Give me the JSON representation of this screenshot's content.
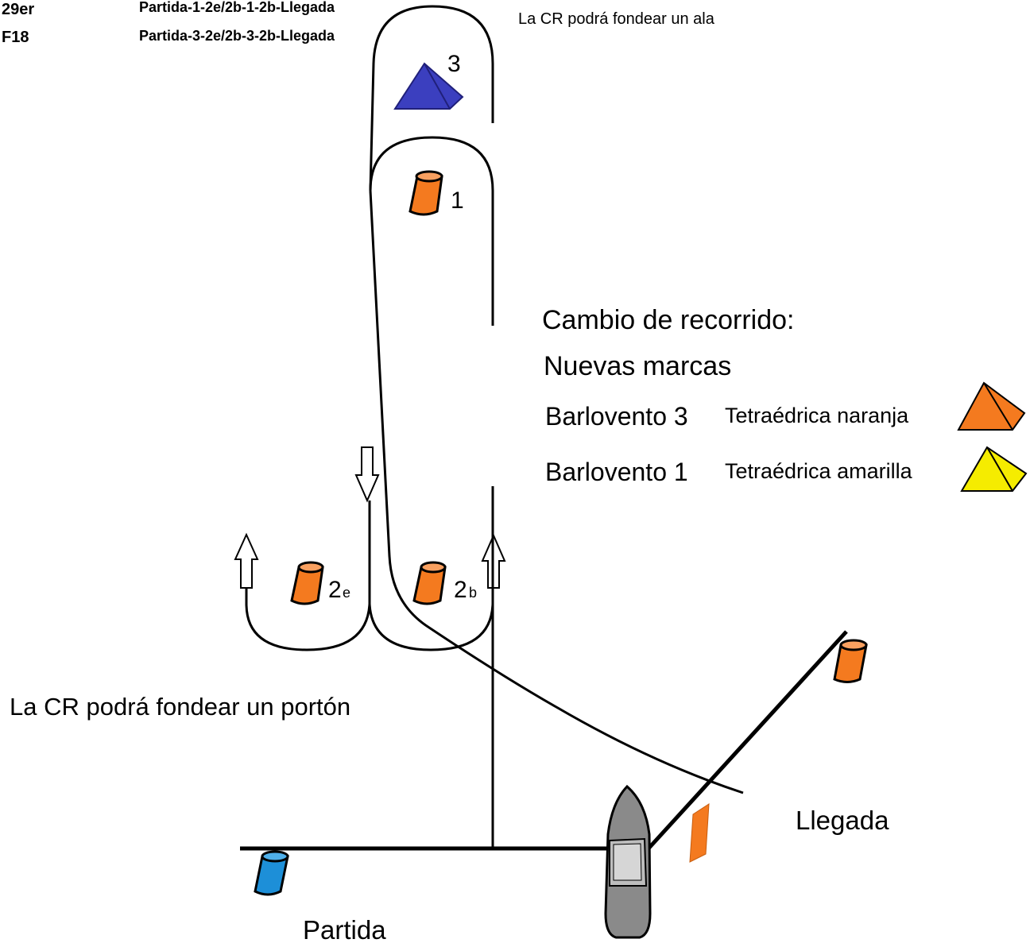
{
  "legend": {
    "rows": [
      {
        "class": "29er",
        "route": "Partida-1-2e/2b-1-2b-Llegada"
      },
      {
        "class": "F18",
        "route": "Partida-3-2e/2b-3-2b-Llegada"
      }
    ]
  },
  "notes": {
    "wing": "La CR podrá fondear un ala",
    "gate": "La CR podrá fondear un portón"
  },
  "marks": {
    "m3": "3",
    "m1": "1",
    "m2e_main": "2",
    "m2e_sub": "e",
    "m2b_main": "2",
    "m2b_sub": "b",
    "colors": {
      "orange": "#f47a1f",
      "blue_pyramid": "#3b3fbf",
      "blue_start": "#1d8fd8",
      "yellow": "#f5ec00"
    }
  },
  "change": {
    "title": "Cambio de recorrido:",
    "subtitle": "Nuevas marcas",
    "items": [
      {
        "mark": "Barlovento 3",
        "desc": "Tetraédrica naranja",
        "icon": "orange-pyramid-icon"
      },
      {
        "mark": "Barlovento 1",
        "desc": "Tetraédrica amarilla",
        "icon": "yellow-pyramid-icon"
      }
    ]
  },
  "labels": {
    "start": "Partida",
    "finish": "Llegada"
  }
}
